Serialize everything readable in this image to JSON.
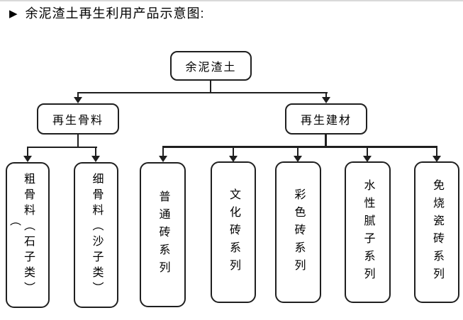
{
  "header": {
    "bullet_icon": "▶",
    "title": "余泥渣土再生利用产品示意图:"
  },
  "diagram": {
    "root": {
      "label": "余泥渣土"
    },
    "branches": [
      {
        "label": "再生骨料"
      },
      {
        "label": "再生建材"
      }
    ],
    "aggregates": [
      {
        "label": "粗骨料（石子类）",
        "stray_paren": "（"
      },
      {
        "label": "细骨料（沙子类）"
      }
    ],
    "materials": [
      {
        "label": "普通砖系列"
      },
      {
        "label": "文化砖系列"
      },
      {
        "label": "彩色砖系列"
      },
      {
        "label": "水性腻子系列"
      },
      {
        "label": "免烧瓷砖系列"
      }
    ]
  },
  "colors": {
    "line": "#1f1f1f",
    "background": "#ffffff",
    "top_rule": "#d9d9d9"
  }
}
